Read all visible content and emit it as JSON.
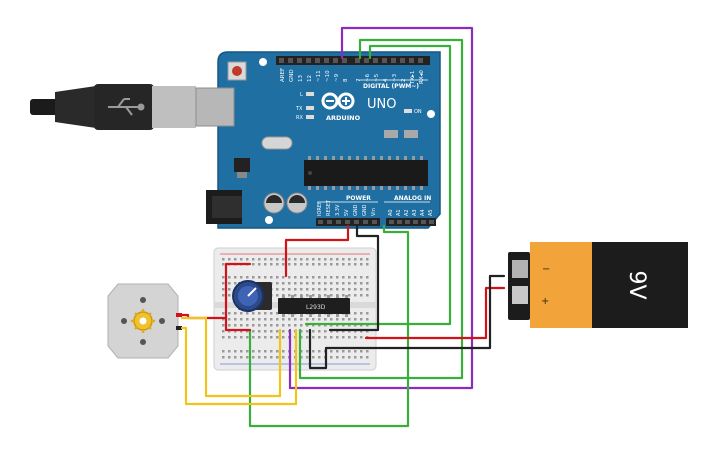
{
  "arduino": {
    "brand_name": "ARDUINO",
    "model": "UNO",
    "digital_header_label": "DIGITAL (PWM~)",
    "power_header_label": "POWER",
    "analog_header_label": "ANALOG IN",
    "on_label": "ON",
    "l_label": "L",
    "tx_label": "TX",
    "rx_label": "RX",
    "digital_pins": [
      "AREF",
      "GND",
      "13",
      "12",
      "~11",
      "~10",
      "~9",
      "8",
      "7",
      "~6",
      "~5",
      "4",
      "~3",
      "2",
      "TX▸1",
      "RX◂0"
    ],
    "power_pins": [
      "IOREF",
      "RESET",
      "3.3V",
      "5V",
      "GND",
      "GND",
      "Vin"
    ],
    "analog_pins": [
      "A0",
      "A1",
      "A2",
      "A3",
      "A4",
      "A5"
    ]
  },
  "driver_ic": {
    "label": "L293D"
  },
  "battery": {
    "label": "9V",
    "minus_symbol": "−",
    "plus_symbol": "+"
  },
  "wire_colors": {
    "red": "#d0121b",
    "black": "#222222",
    "green": "#3aae3a",
    "purple": "#8a2dbd",
    "yellow": "#f0c419"
  }
}
